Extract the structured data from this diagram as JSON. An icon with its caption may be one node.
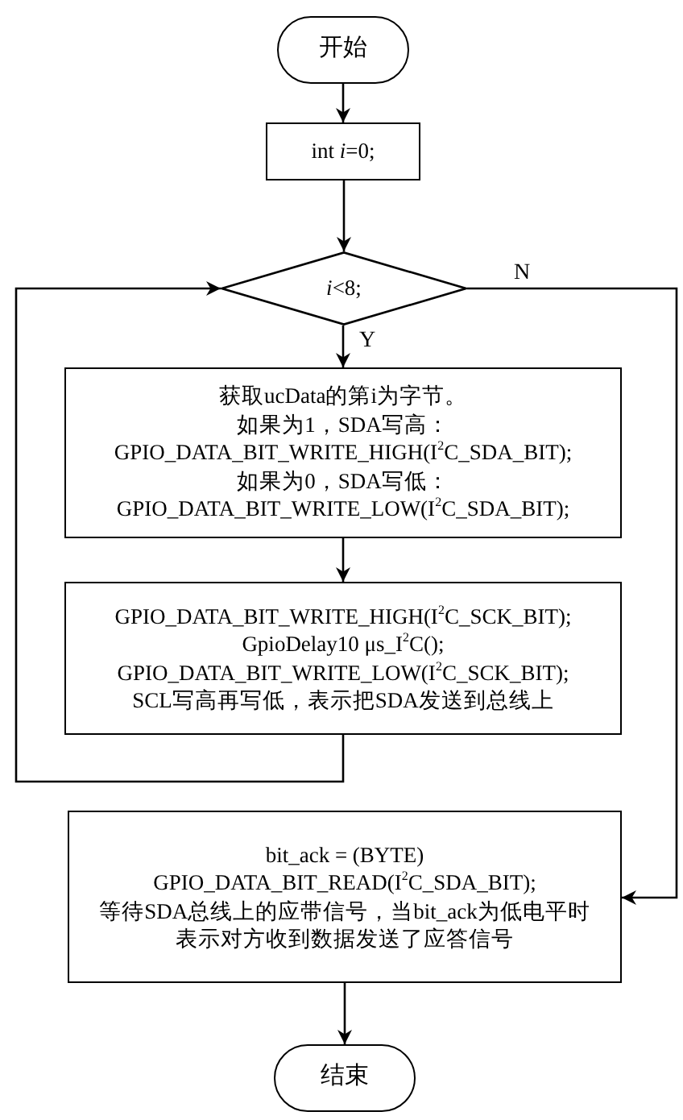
{
  "diagram": {
    "nodes": [
      {
        "text": [
          "开始"
        ]
      },
      {
        "text": [
          "int *i*=0;"
        ]
      },
      {
        "text": [
          "*i*<8;"
        ]
      },
      {
        "text": [
          "获取ucData的第i为字节。",
          "如果为1，SDA写高：",
          "GPIO_DATA_BIT_WRITE_HIGH(I$^{2}$C_SDA_BIT);",
          "如果为0，SDA写低：",
          "GPIO_DATA_BIT_WRITE_LOW(I$^{2}$C_SDA_BIT);"
        ]
      },
      {
        "text": [
          "GPIO_DATA_BIT_WRITE_HIGH(I$^{2}$C_SCK_BIT);",
          "GpioDelay10 μs_I$^{2}$C();",
          "GPIO_DATA_BIT_WRITE_LOW(I$^{2}$C_SCK_BIT);",
          "SCL写高再写低，表示把SDA发送到总线上"
        ]
      },
      {
        "text": [
          "bit_ack = (BYTE) GPIO_DATA_BIT_READ(I$^{2}$C_SDA_BIT);",
          "等待SDA总线上的应带信号，当bit_ack为低电平时表示对方收到数据发送了应答信号"
        ]
      },
      {
        "text": [
          "结束"
        ]
      }
    ],
    "edges": [
      {
        "from": 0,
        "to": 1,
        "arrow": "to"
      },
      {
        "from": 1,
        "to": 2,
        "arrow": "to"
      },
      {
        "from": 2,
        "to": 3,
        "arrow": "to",
        "label": "Y"
      },
      {
        "from": 3,
        "to": 4,
        "arrow": "to"
      },
      {
        "from": 4,
        "to": 2,
        "arrow": "to"
      },
      {
        "from": 2,
        "to": 5,
        "arrow": "to",
        "label": "N"
      },
      {
        "from": 5,
        "to": 6,
        "arrow": "to"
      }
    ]
  }
}
